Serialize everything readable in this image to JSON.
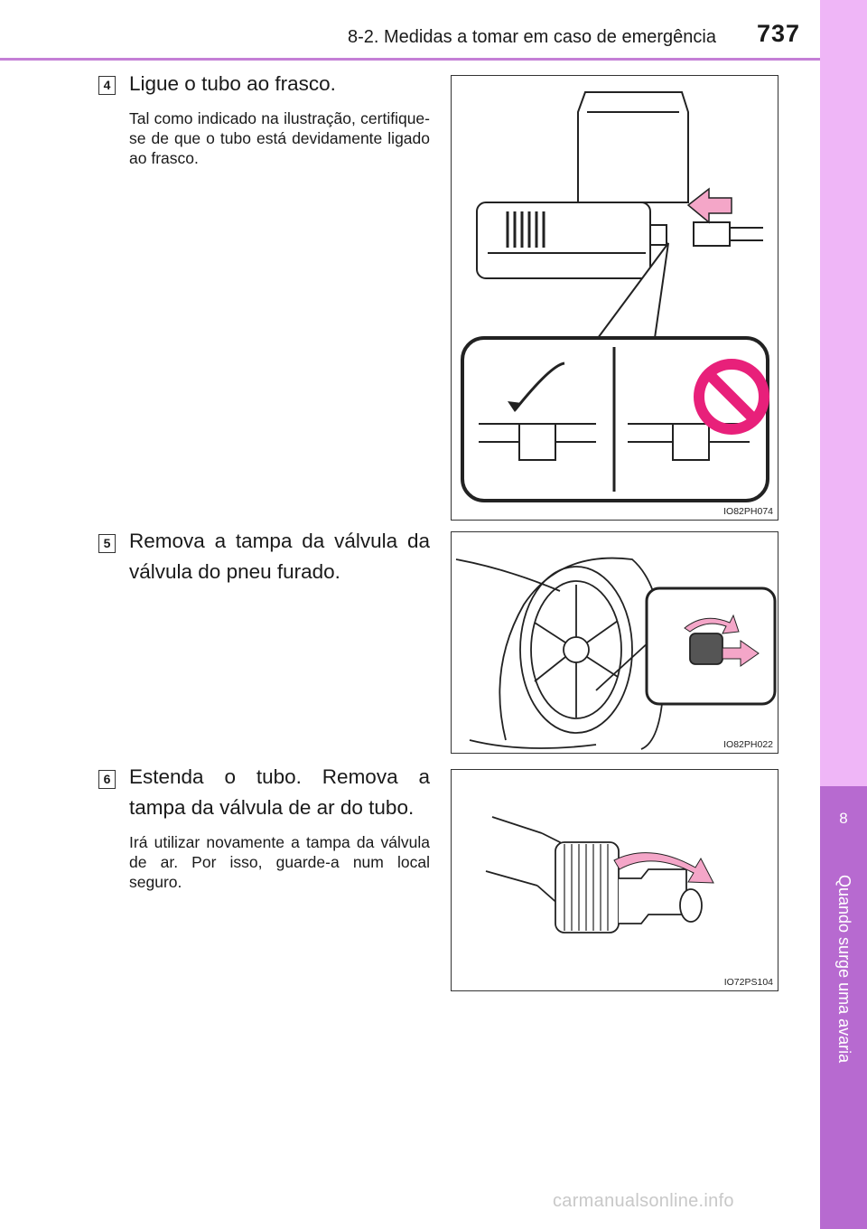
{
  "header": {
    "section_title": "8-2. Medidas a tomar em caso de emergência",
    "page_number": "737"
  },
  "side_tab": {
    "chapter_number": "8",
    "chapter_title": "Quando surge uma avaria"
  },
  "steps": [
    {
      "number": "4",
      "title": "Ligue o tubo ao frasco.",
      "note": "Tal como indicado na ilustração, certifique-se de que o tubo está devidamente ligado ao frasco.",
      "figure_code": "IO82PH074"
    },
    {
      "number": "5",
      "title_line1": "Remova a tampa da válvula da",
      "title_line2": "válvula do pneu furado.",
      "figure_code": "IO82PH022"
    },
    {
      "number": "6",
      "title_line1": "Estenda o tubo. Remova a",
      "title_line2": "tampa da válvula de ar do tubo.",
      "note": "Irá utilizar novamente a tampa da válvula de ar. Por isso, guarde-a num local seguro.",
      "figure_code": "IO72PS104"
    }
  ],
  "watermark": "carmanualsonline.info",
  "colors": {
    "accent": "#b76ad0",
    "tab": "#efb6f7",
    "arrow_pink": "#f08cb4"
  }
}
